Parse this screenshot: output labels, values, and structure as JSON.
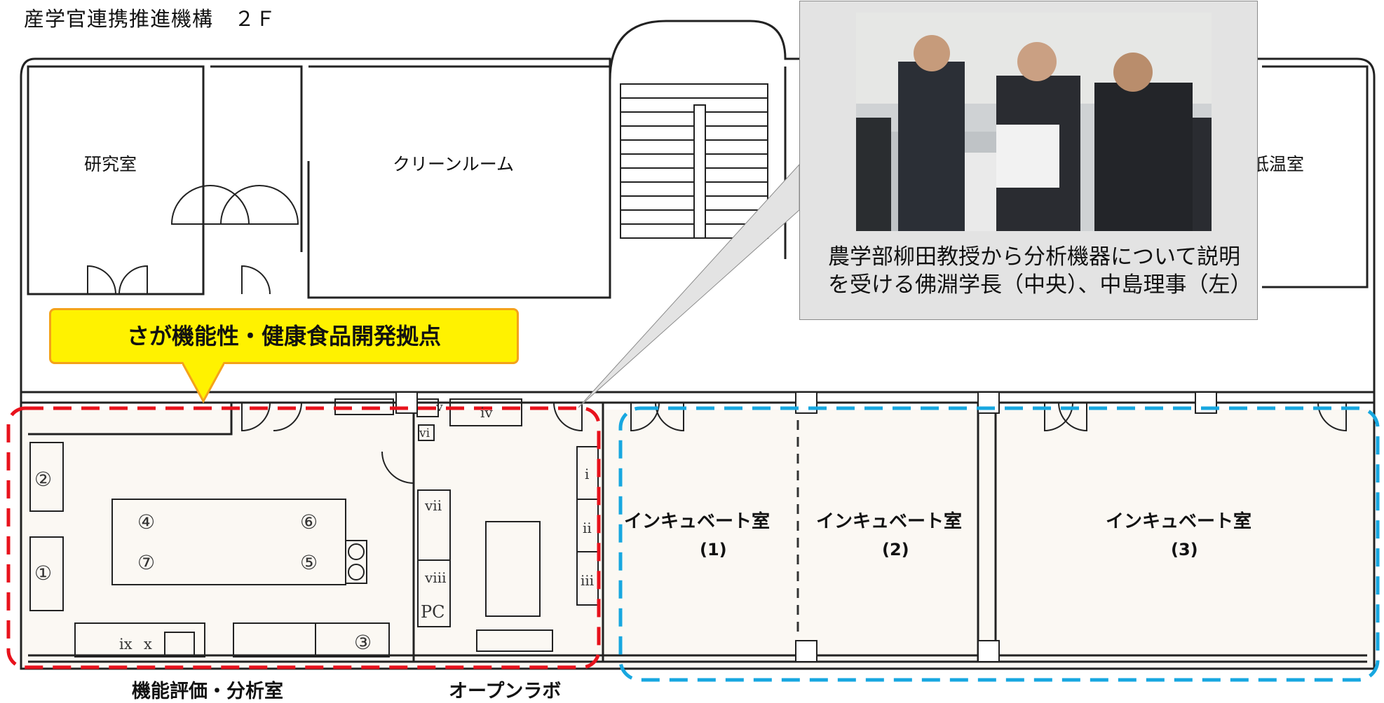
{
  "title": "産学官連携推進機構　２Ｆ",
  "rooms": {
    "research": "研究室",
    "cleanroom": "クリーンルーム",
    "low_temp": "低温室",
    "incubator": "インキュベート室",
    "incubator_1": "(1)",
    "incubator_2": "(2)",
    "incubator_3": "(3)",
    "analysis_room": "機能評価・分析室",
    "open_lab": "オープンラボ"
  },
  "banner": "さが機能性・健康食品開発拠点",
  "callout": {
    "caption": "農学部柳田教授から分析機器について説明を受ける佛淵学長（中央）、中島理事（左）"
  },
  "equipment": {
    "m1": "①",
    "m2": "②",
    "m3": "③",
    "m4": "④",
    "m5": "⑤",
    "m6": "⑥",
    "m7": "⑦",
    "r1": "i",
    "r2": "ii",
    "r3": "iii",
    "r4": "iv",
    "r5": "v",
    "r6": "vi",
    "r7": "vii",
    "r8": "viii",
    "r9": "ix",
    "r10": "x",
    "pc": "PC"
  },
  "colors": {
    "highlight_red": "#e8121c",
    "highlight_blue": "#17a7e0",
    "banner_fill": "#fff200",
    "banner_border": "#f4a21a",
    "room_fill": "#fbf8f3"
  }
}
